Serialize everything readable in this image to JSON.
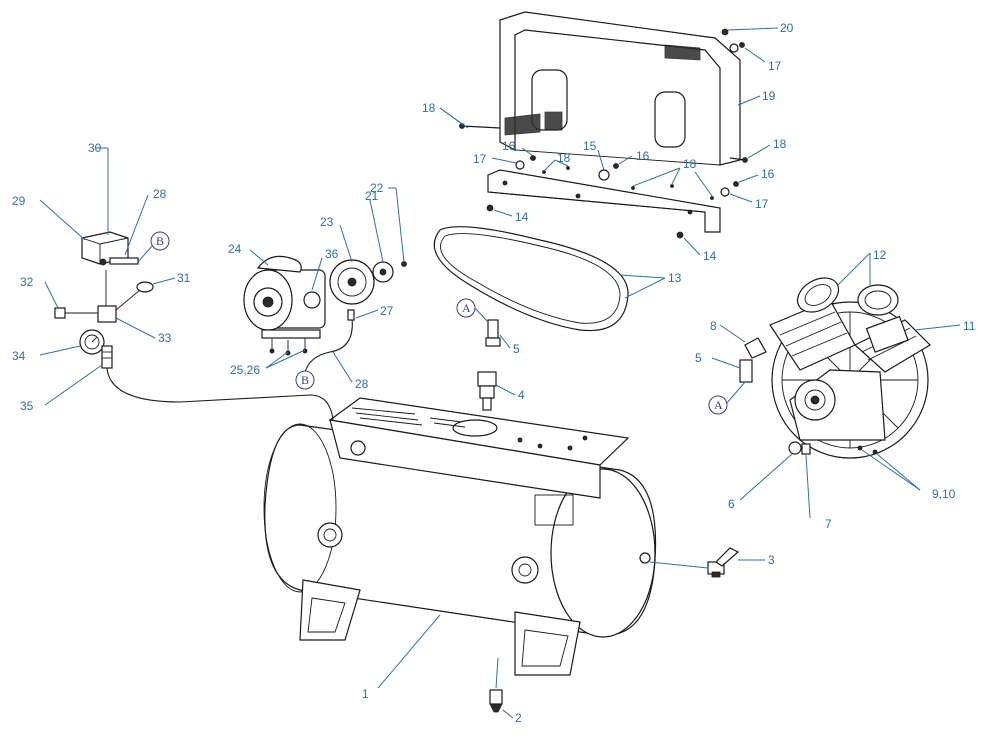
{
  "callouts": {
    "c1": "1",
    "c2": "2",
    "c3": "3",
    "c4": "4",
    "c5a": "5",
    "c5b": "5",
    "c6": "6",
    "c7": "7",
    "c8": "8",
    "c9": "9,10",
    "c11": "11",
    "c12": "12",
    "c13": "13",
    "c14a": "14",
    "c14b": "14",
    "c15": "15",
    "c16a": "16",
    "c16b": "16",
    "c16c": "16",
    "c17a": "17",
    "c17b": "17",
    "c17c": "17",
    "c18a": "18",
    "c18b": "18",
    "c18c": "18",
    "c18d": "18",
    "c19": "19",
    "c20": "20",
    "c21": "21",
    "c22": "22",
    "c23": "23",
    "c24": "24",
    "c25": "25,26",
    "c27": "27",
    "c28a": "28",
    "c28b": "28",
    "c29": "29",
    "c30": "30",
    "c31": "31",
    "c32": "32",
    "c33": "33",
    "c34": "34",
    "c35": "35",
    "c36": "36"
  },
  "refs": {
    "a1": "A",
    "a2": "A",
    "b1": "B",
    "b2": "B"
  }
}
